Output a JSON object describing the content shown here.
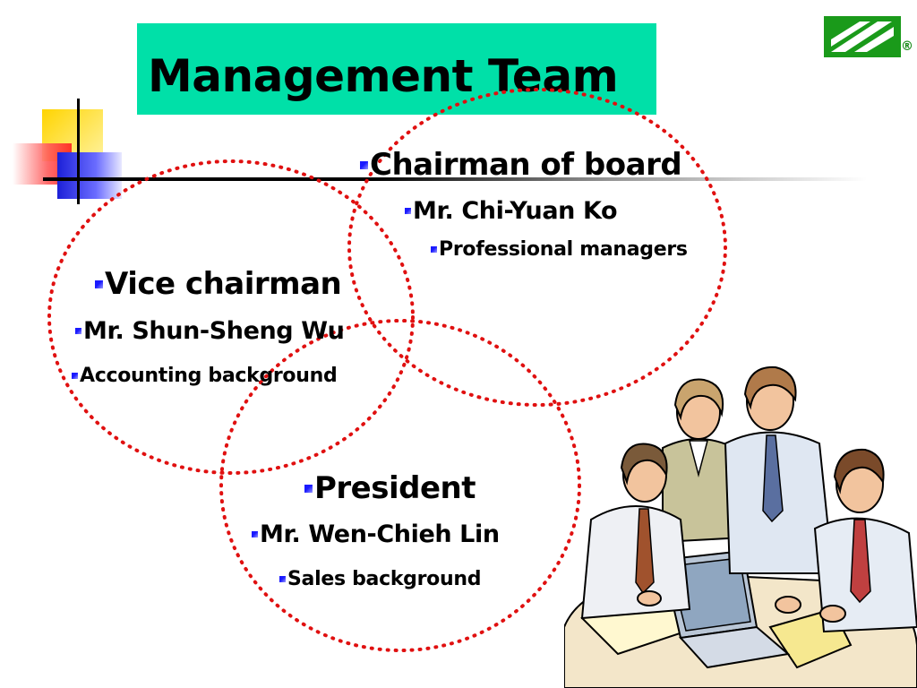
{
  "slide": {
    "title": "Management Team",
    "logo": {
      "name": "company-logo",
      "mark": "®",
      "color": "#1a9a1a"
    },
    "accent_color": "#00e0a8",
    "circle_color": "#e01010",
    "bullet_color": "#1a1aff"
  },
  "chairman": {
    "role": "Chairman of board",
    "name": "Mr. Chi-Yuan Ko",
    "background": "Professional managers"
  },
  "vice_chairman": {
    "role": "Vice chairman",
    "name": "Mr. Shun-Sheng Wu",
    "background": "Accounting background"
  },
  "president": {
    "role": "President",
    "name": "Mr. Wen-Chieh Lin",
    "background": "Sales background"
  },
  "illustration": {
    "icon": "business-meeting-clipart"
  }
}
